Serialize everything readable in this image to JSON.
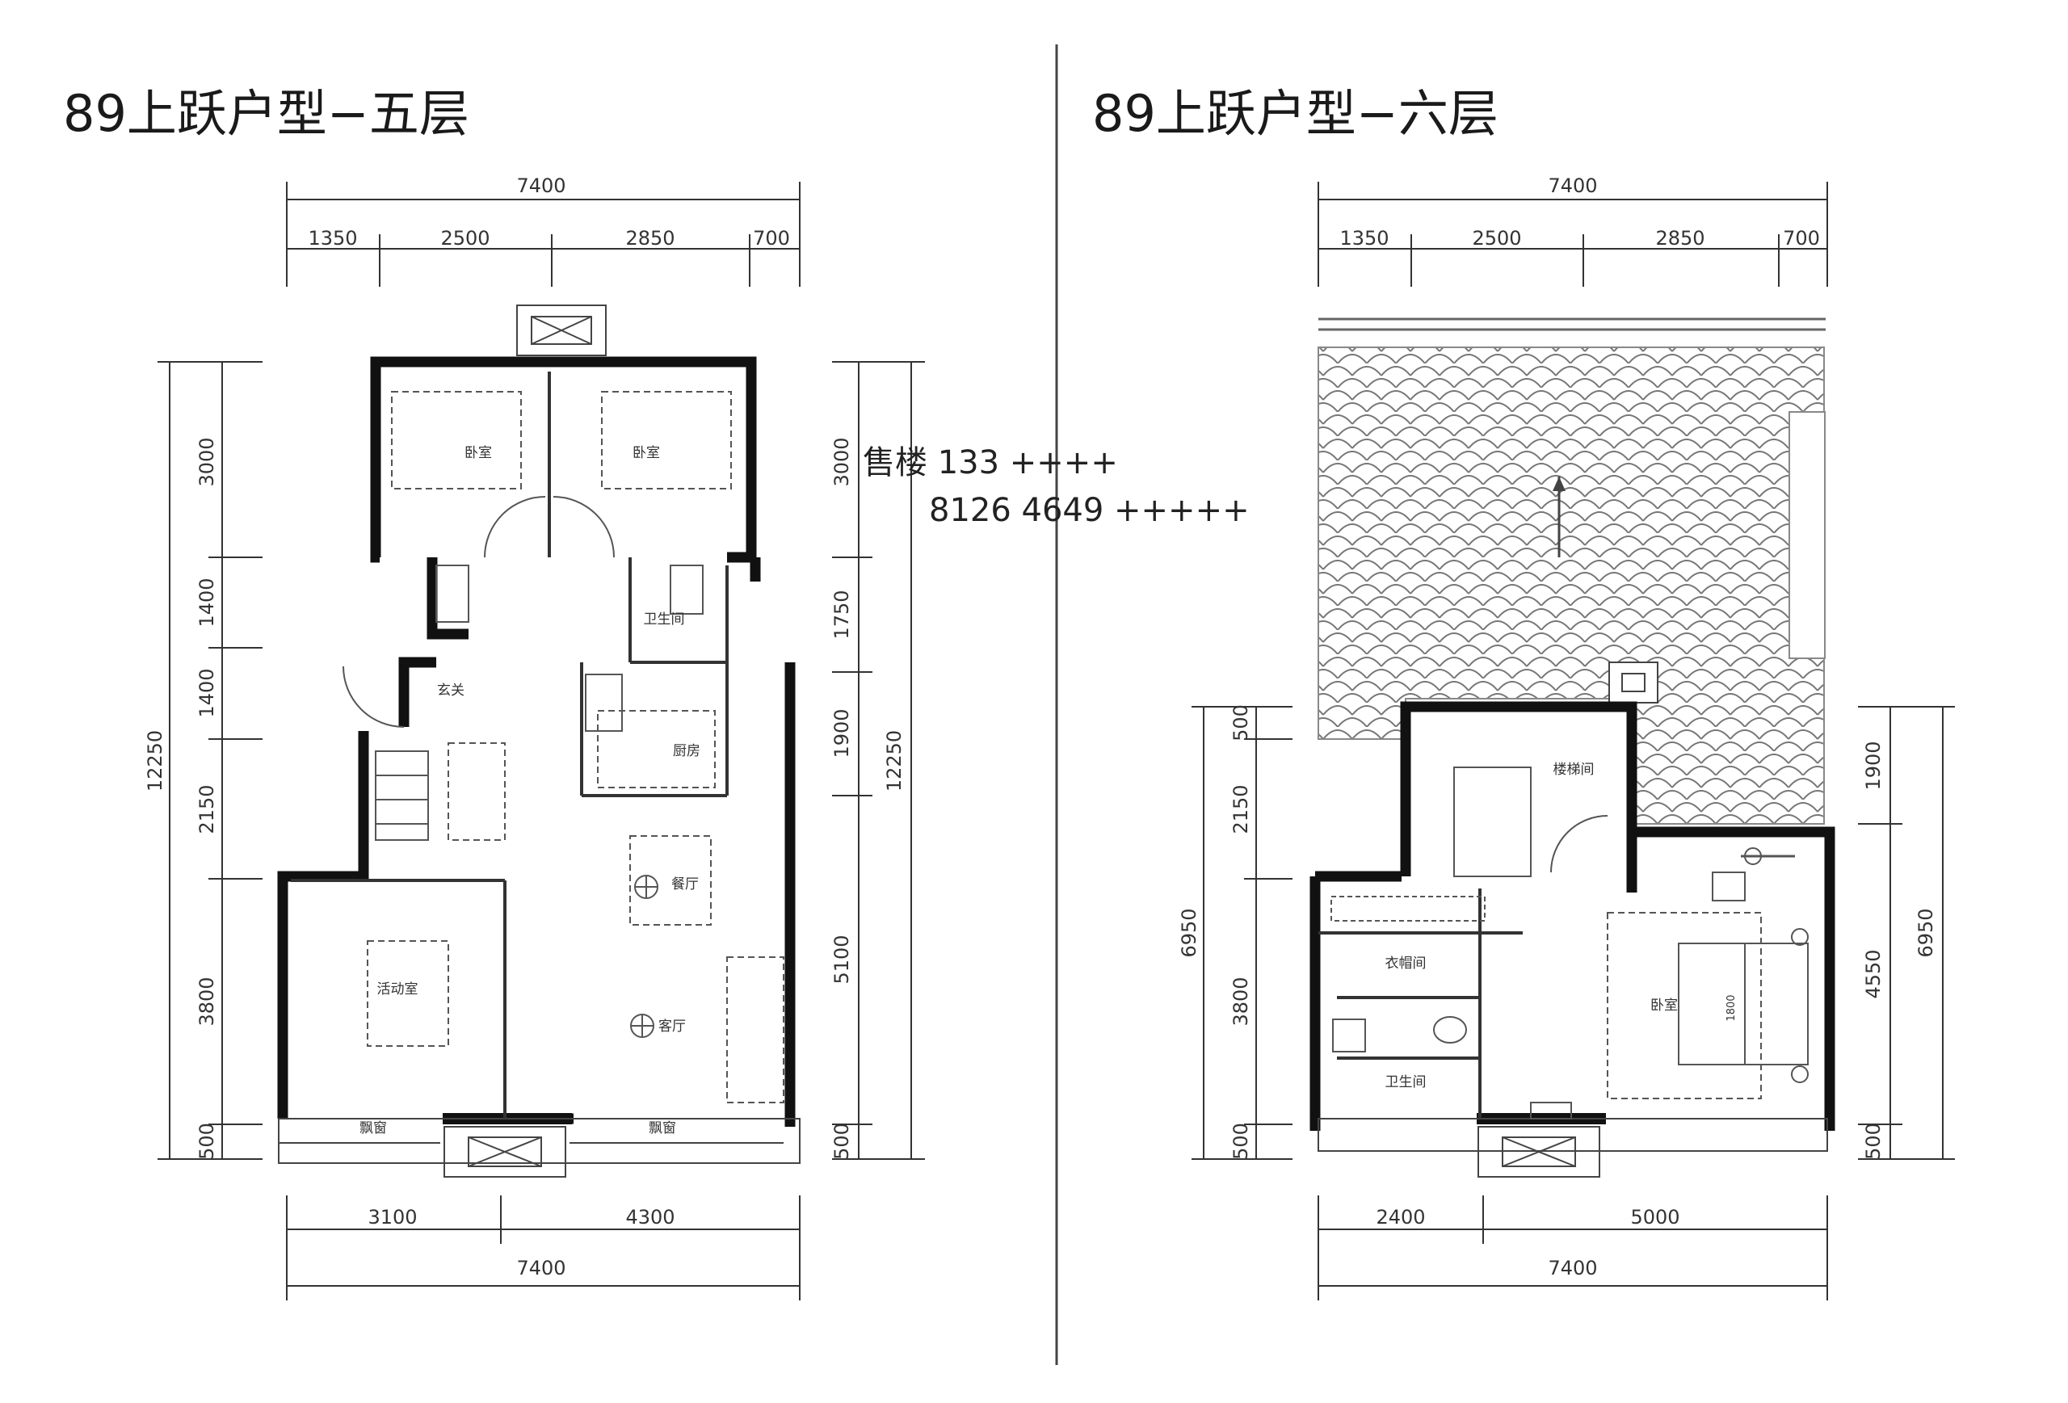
{
  "titles": {
    "floor5": "89上跃户型−五层",
    "floor6": "89上跃户型−六层"
  },
  "watermark": {
    "line1": "售楼 133 ++++",
    "line2": "8126 4649 +++++"
  },
  "floor5": {
    "top_total": "7400",
    "top_parts": [
      "1350",
      "2500",
      "2850",
      "700"
    ],
    "bottom_parts": [
      "3100",
      "4300"
    ],
    "bottom_total": "7400",
    "left_parts": [
      "3000",
      "1400",
      "1400",
      "2150",
      "3800",
      "500"
    ],
    "left_total": "12250",
    "right_parts": [
      "3000",
      "1750",
      "1900",
      "5100",
      "500"
    ],
    "right_total": "12250",
    "rooms": {
      "bedroom_a": "卧室",
      "bedroom_b": "卧室",
      "bathroom": "卫生间",
      "entrance": "玄关",
      "kitchen": "厨房",
      "dining": "餐厅",
      "living": "客厅",
      "activity": "活动室",
      "bay_window_a": "飘窗",
      "bay_window_b": "飘窗"
    }
  },
  "floor6": {
    "top_total": "7400",
    "top_parts": [
      "1350",
      "2500",
      "2850",
      "700"
    ],
    "bottom_parts": [
      "2400",
      "5000"
    ],
    "bottom_total": "7400",
    "left_parts": [
      "500",
      "2150",
      "3800",
      "500"
    ],
    "left_total": "6950",
    "right_parts": [
      "1900",
      "4550",
      "500"
    ],
    "right_total": "6950",
    "rooms": {
      "stair_room": "楼梯间",
      "closet": "衣帽间",
      "bathroom": "卫生间",
      "bedroom": "卧室",
      "bed_size": "1800"
    }
  }
}
